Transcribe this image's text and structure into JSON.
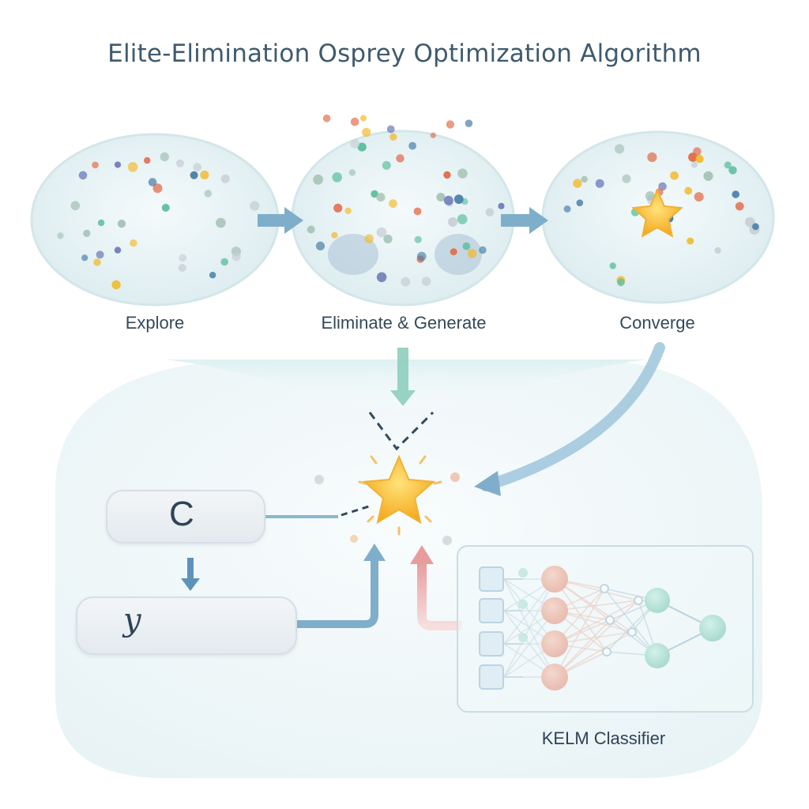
{
  "title": "Elite-Elimination Osprey Optimization Algorithm",
  "stages": [
    {
      "label": "Explore"
    },
    {
      "label": "Eliminate & Generate"
    },
    {
      "label": "Converge"
    }
  ],
  "params": {
    "c_label": "C",
    "y_label": "y"
  },
  "classifier": {
    "label": "KELM Classifier"
  },
  "colors": {
    "teal": "#5fbf9f",
    "blue": "#4a7fa8",
    "orange": "#e3704f",
    "yellow": "#f2b92b",
    "arrow": "#7faecb",
    "pink": "#e9a7a7"
  }
}
